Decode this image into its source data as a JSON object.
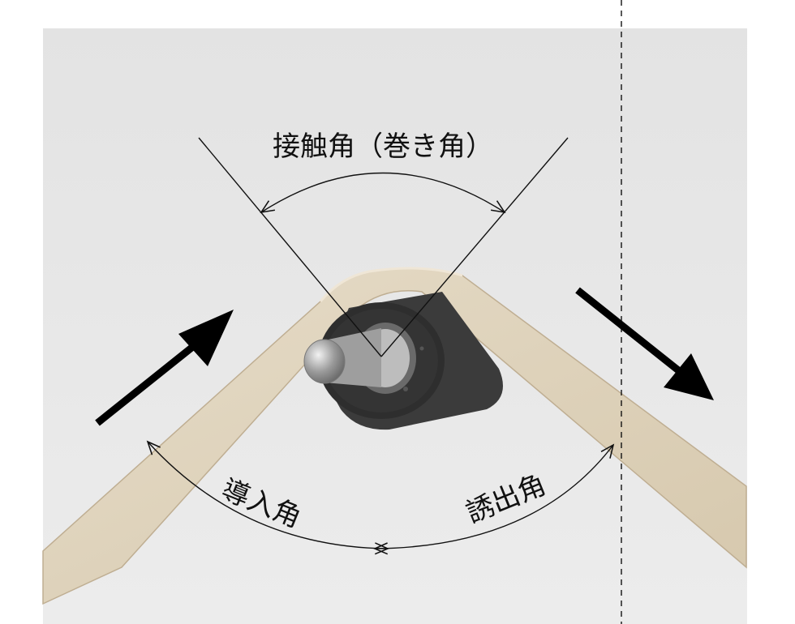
{
  "labels": {
    "contact_angle": "接触角（巻き角）",
    "entry_angle": "導入角",
    "exit_angle": "誘出角"
  },
  "colors": {
    "background_panel": "#e6e6e6",
    "belt_fill": "#dccfb8",
    "belt_edge": "#c2b49a",
    "roller_fill": "#3a3a3a",
    "shaft_fill": "#a8a8a8",
    "line": "#111111"
  },
  "icons": [
    "arrow-in-icon",
    "arrow-out-icon"
  ]
}
